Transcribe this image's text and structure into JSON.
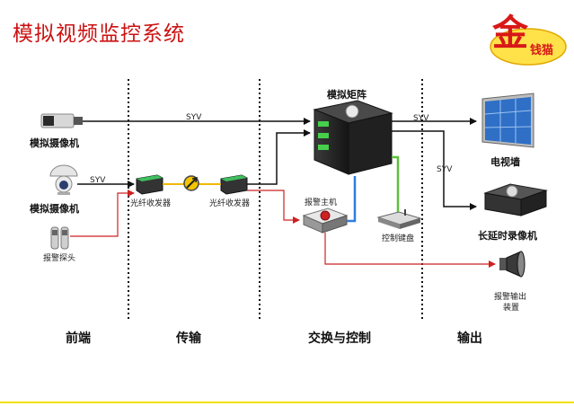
{
  "title": "模拟视频监控系统",
  "logo": {
    "main_char": "金",
    "sub_chars": "钱猫"
  },
  "nodes": {
    "camera1": "模拟摄像机",
    "camera2": "模拟摄像机",
    "alarm_probe": "报警探头",
    "transceiver1": "光纤收发器",
    "transceiver2": "光纤收发器",
    "matrix": "模拟矩阵",
    "alarm_host": "报警主机",
    "keyboard": "控制键盘",
    "tv_wall": "电视墙",
    "dvr": "长延时录像机",
    "alarm_output_l1": "报警输出",
    "alarm_output_l2": "装置"
  },
  "links": {
    "syv1": "SYV",
    "syv2": "SYV",
    "syv3": "SYV",
    "syv4": "SYV"
  },
  "sections": [
    "前端",
    "传输",
    "交换与控制",
    "输出"
  ],
  "colors": {
    "title": "#cc1111",
    "video": "#111111",
    "alarm": "#cc2222",
    "fiber": "#f0b800",
    "control_blue": "#2f7ce0",
    "control_green": "#5fbf3f",
    "accent": "#f3e000"
  }
}
